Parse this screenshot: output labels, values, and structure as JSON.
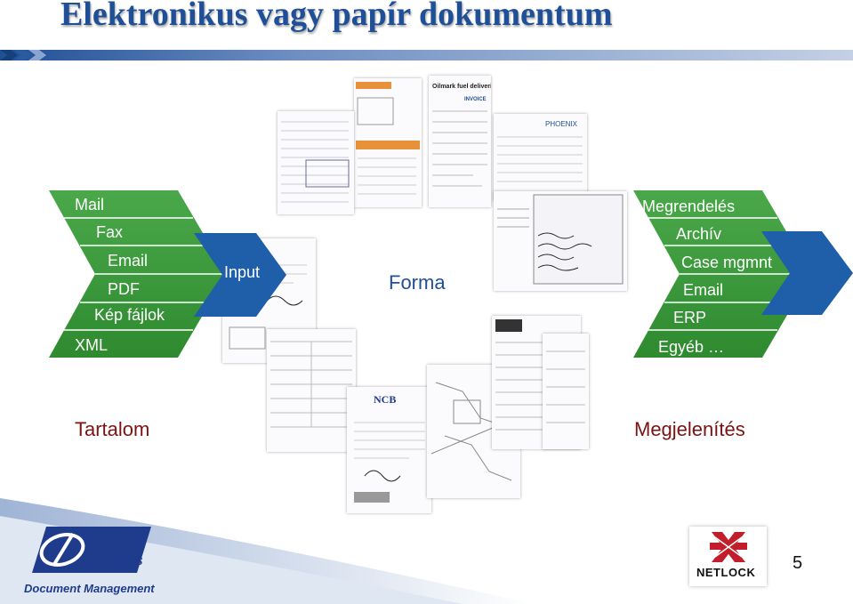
{
  "slide": {
    "title": "Elektronikus vagy papír dokumentum",
    "page_number": "5"
  },
  "inputs_list": [
    "Mail",
    "Fax",
    "Email",
    "PDF",
    "Kép fájlok",
    "XML"
  ],
  "input_arrow_label": "Input",
  "center_label": "Forma",
  "outputs_list": [
    "Megrendelés",
    "Archív",
    "Case mgmnt",
    "Email",
    "ERP",
    "Egyéb …"
  ],
  "content_caption": "Tartalom",
  "display_caption": "Megjelenítés",
  "logos": {
    "offisys_wordmark": "ffisys",
    "offisys_tagline": "Document Management",
    "netlock_wordmark": "NETLOCK"
  },
  "colors": {
    "title": "#1f4f96",
    "green_chevron": "#3a9a3a",
    "blue_chevron": "#1f5ea8",
    "caption": "#7a1414"
  }
}
